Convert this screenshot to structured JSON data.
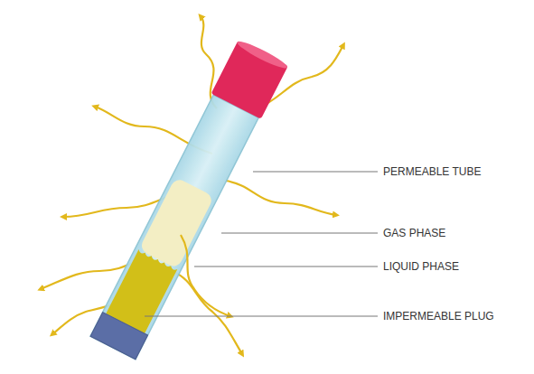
{
  "diagram": {
    "labels": [
      "PERMEABLE TUBE",
      "GAS PHASE",
      "LIQUID PHASE",
      "IMPERMEABLE PLUG"
    ]
  }
}
